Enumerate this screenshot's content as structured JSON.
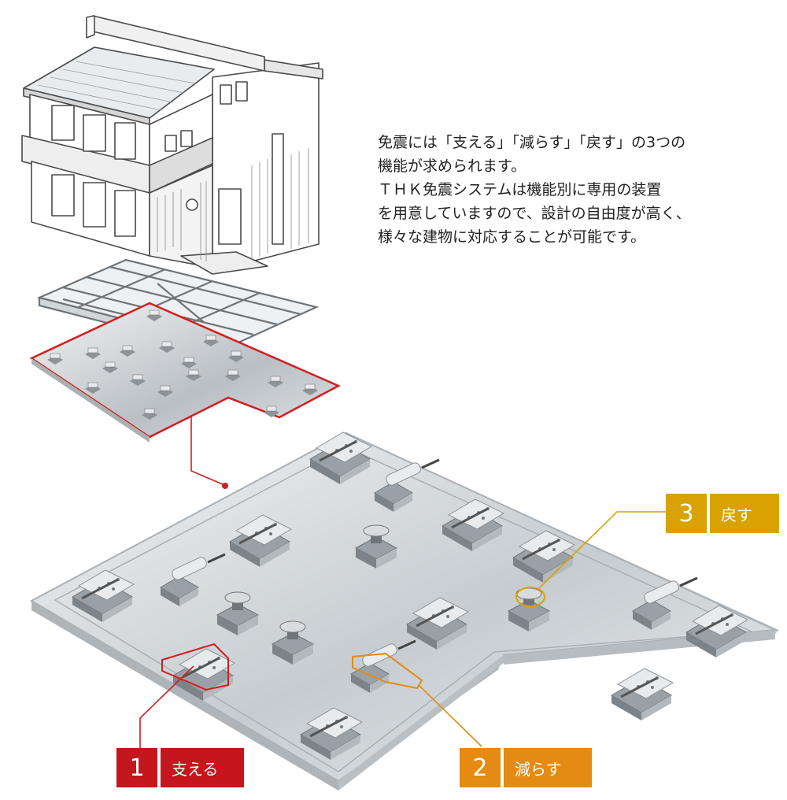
{
  "description": {
    "lines": [
      "免震には「支える」「減らす」「戻す」の3つの",
      "機能が求められます。",
      "ＴＨＫ免震システムは機能別に専用の装置",
      "を用意していますので、設計の自由度が高く、",
      "様々な建物に対応することが可能です。"
    ]
  },
  "callouts": [
    {
      "number": "1",
      "label": "支える",
      "color": "#c4161c"
    },
    {
      "number": "2",
      "label": "減らす",
      "color": "#e58a12"
    },
    {
      "number": "3",
      "label": "戻す",
      "color": "#d9a200"
    }
  ],
  "colors": {
    "highlight_red": "#d21e1e",
    "highlight_orange": "#e58a12",
    "highlight_gold": "#d9a200",
    "slab": "#c9cfd3",
    "line": "#555555"
  }
}
